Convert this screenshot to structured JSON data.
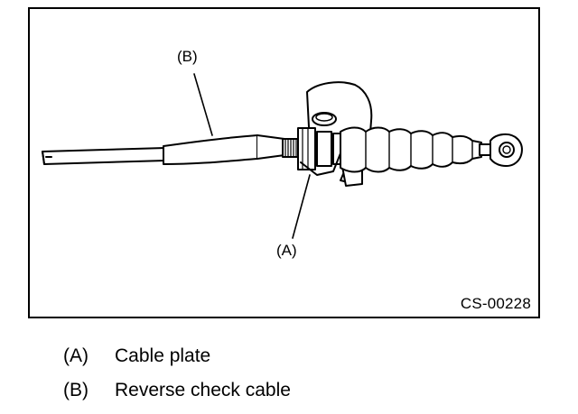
{
  "figure": {
    "id": "CS-00228",
    "callouts": {
      "a": "(A)",
      "b": "(B)"
    }
  },
  "legend": [
    {
      "key": "(A)",
      "label": "Cable plate"
    },
    {
      "key": "(B)",
      "label": "Reverse check cable"
    }
  ]
}
